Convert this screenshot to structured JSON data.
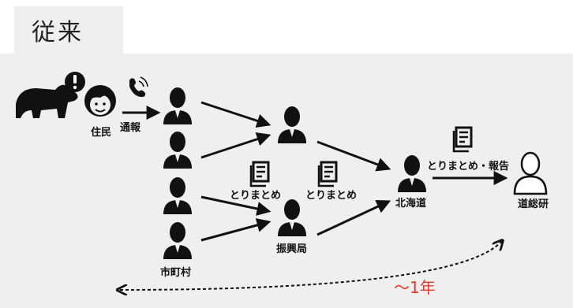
{
  "title": "従来",
  "nodes": {
    "resident": "住民",
    "report_call": "通報",
    "municipality": "市町村",
    "promotion_bureau": "振興局",
    "hokkaido": "北海道",
    "research_org": "道総研"
  },
  "labels": {
    "summarize_left": "とりまとめ",
    "summarize_right": "とりまとめ",
    "summarize_report": "とりまとめ・報告"
  },
  "duration": "～1年",
  "colors": {
    "accent": "#e8372c",
    "panel": "#efefef",
    "ink": "#111111"
  }
}
